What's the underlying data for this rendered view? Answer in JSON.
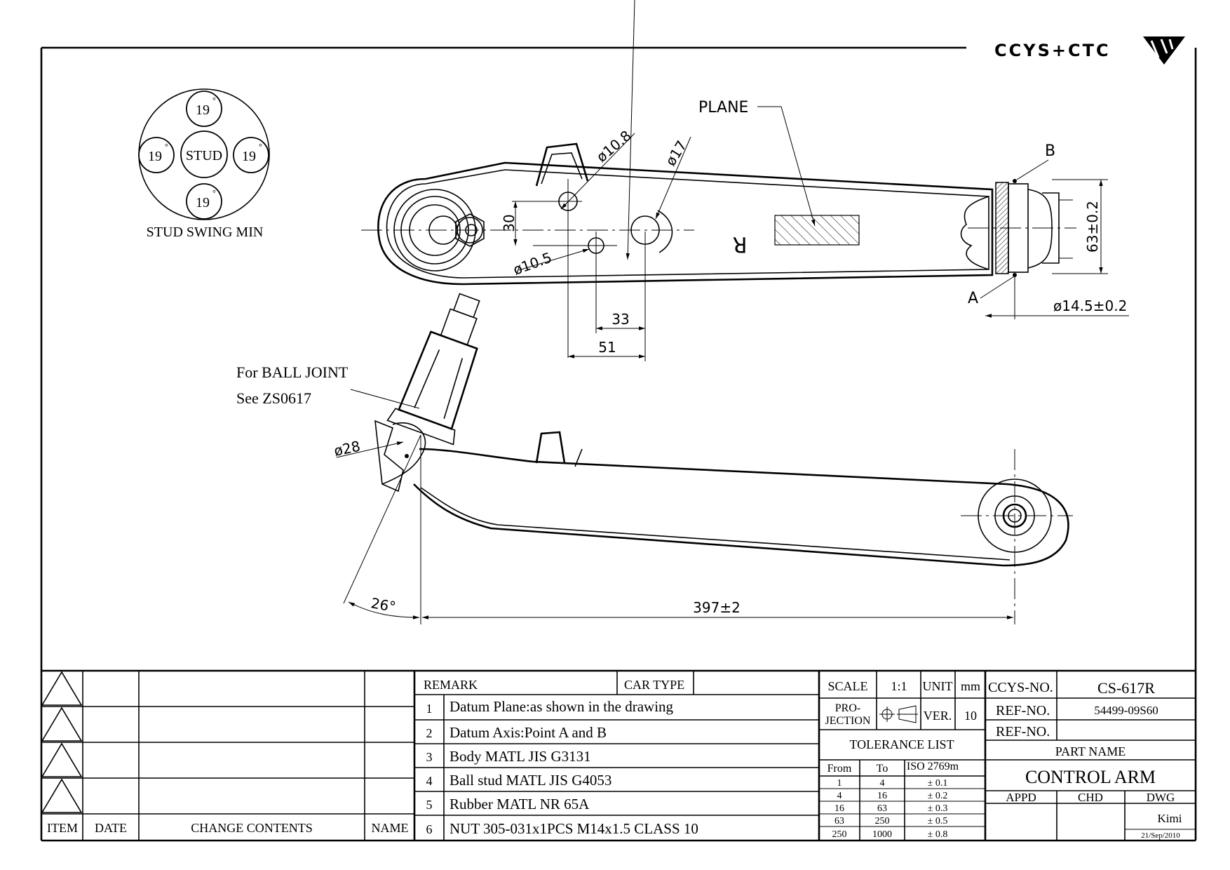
{
  "logo": {
    "text": "CCYS+CTC",
    "color": "#000000"
  },
  "stud_swing": {
    "center_label": "STUD",
    "angles": [
      "19",
      "19",
      "19",
      "19"
    ],
    "degree_symbol": "°",
    "caption": "STUD SWING MIN"
  },
  "top_view": {
    "plane_label": "PLANE",
    "side_mark": "R",
    "dims": {
      "hole_a": "ø10.8",
      "hole_b": "ø17",
      "hole_c": "ø10.5",
      "vertical_30": "30",
      "horiz_33": "33",
      "horiz_51": "51",
      "height_63": "63±0.2",
      "bush_dia": "ø14.5±0.2"
    },
    "point_a": "A",
    "point_b": "B"
  },
  "side_view": {
    "ball_joint_note": [
      "For BALL JOINT",
      "See ZS0617"
    ],
    "dia_28": "ø28",
    "angle_26": "26°",
    "length": "397±2"
  },
  "title_block": {
    "revision": {
      "headers": [
        "ITEM",
        "DATE",
        "CHANGE CONTENTS",
        "NAME"
      ]
    },
    "remark_label": "REMARK",
    "car_type_label": "CAR TYPE",
    "remarks": [
      {
        "no": "1",
        "text": "Datum Plane:as shown in the drawing"
      },
      {
        "no": "2",
        "text": "Datum Axis:Point A and B"
      },
      {
        "no": "3",
        "text": "Body MATL JIS G3131"
      },
      {
        "no": "4",
        "text": "Ball stud MATL JIS G4053"
      },
      {
        "no": "5",
        "text": "Rubber MATL NR 65A"
      },
      {
        "no": "6",
        "text": "NUT 305-031x1PCS M14x1.5 CLASS 10"
      }
    ],
    "scale_label": "SCALE",
    "scale": "1:1",
    "unit_label": "UNIT",
    "unit": "mm",
    "projection_label_1": "PRO-",
    "projection_label_2": "JECTION",
    "ver_label": "VER.",
    "ver": "10",
    "tolerance_title": "TOLERANCE LIST",
    "tolerance_headers": [
      "From",
      "To",
      "ISO 2769m"
    ],
    "tolerance_rows": [
      [
        "1",
        "4",
        "± 0.1"
      ],
      [
        "4",
        "16",
        "± 0.2"
      ],
      [
        "16",
        "63",
        "± 0.3"
      ],
      [
        "63",
        "250",
        "± 0.5"
      ],
      [
        "250",
        "1000",
        "± 0.8"
      ]
    ],
    "ccys_no_label": "CCYS-NO.",
    "ccys_no": "CS-617R",
    "ref_no_label": "REF-NO.",
    "ref_no": "54499-09S60",
    "ref_no_label_2": "REF-NO.",
    "part_name_label": "PART NAME",
    "part_name": "CONTROL ARM",
    "appd_label": "APPD",
    "chd_label": "CHD",
    "dwg_label": "DWG",
    "dwg_by": "Kimi",
    "date": "21/Sep/2010"
  }
}
